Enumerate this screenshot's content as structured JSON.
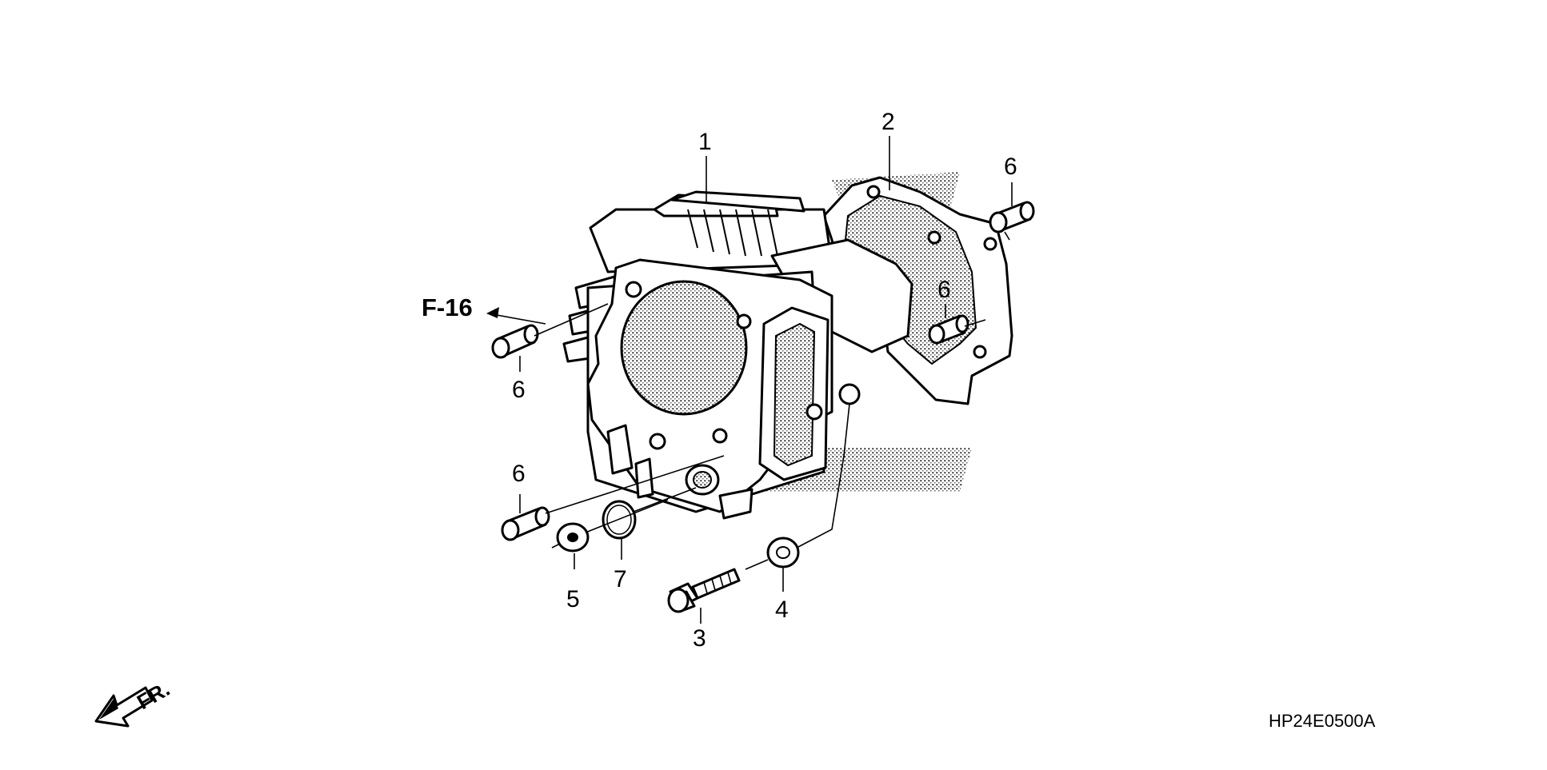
{
  "diagram": {
    "reference_label": "F-16",
    "direction_label": "FR.",
    "diagram_code": "HP24E0500A",
    "callouts": [
      {
        "id": "1",
        "text": "1"
      },
      {
        "id": "2",
        "text": "2"
      },
      {
        "id": "3",
        "text": "3"
      },
      {
        "id": "4",
        "text": "4"
      },
      {
        "id": "5",
        "text": "5"
      },
      {
        "id": "6a",
        "text": "6"
      },
      {
        "id": "6b",
        "text": "6"
      },
      {
        "id": "6c",
        "text": "6"
      },
      {
        "id": "6d",
        "text": "6"
      },
      {
        "id": "7",
        "text": "7"
      }
    ]
  }
}
